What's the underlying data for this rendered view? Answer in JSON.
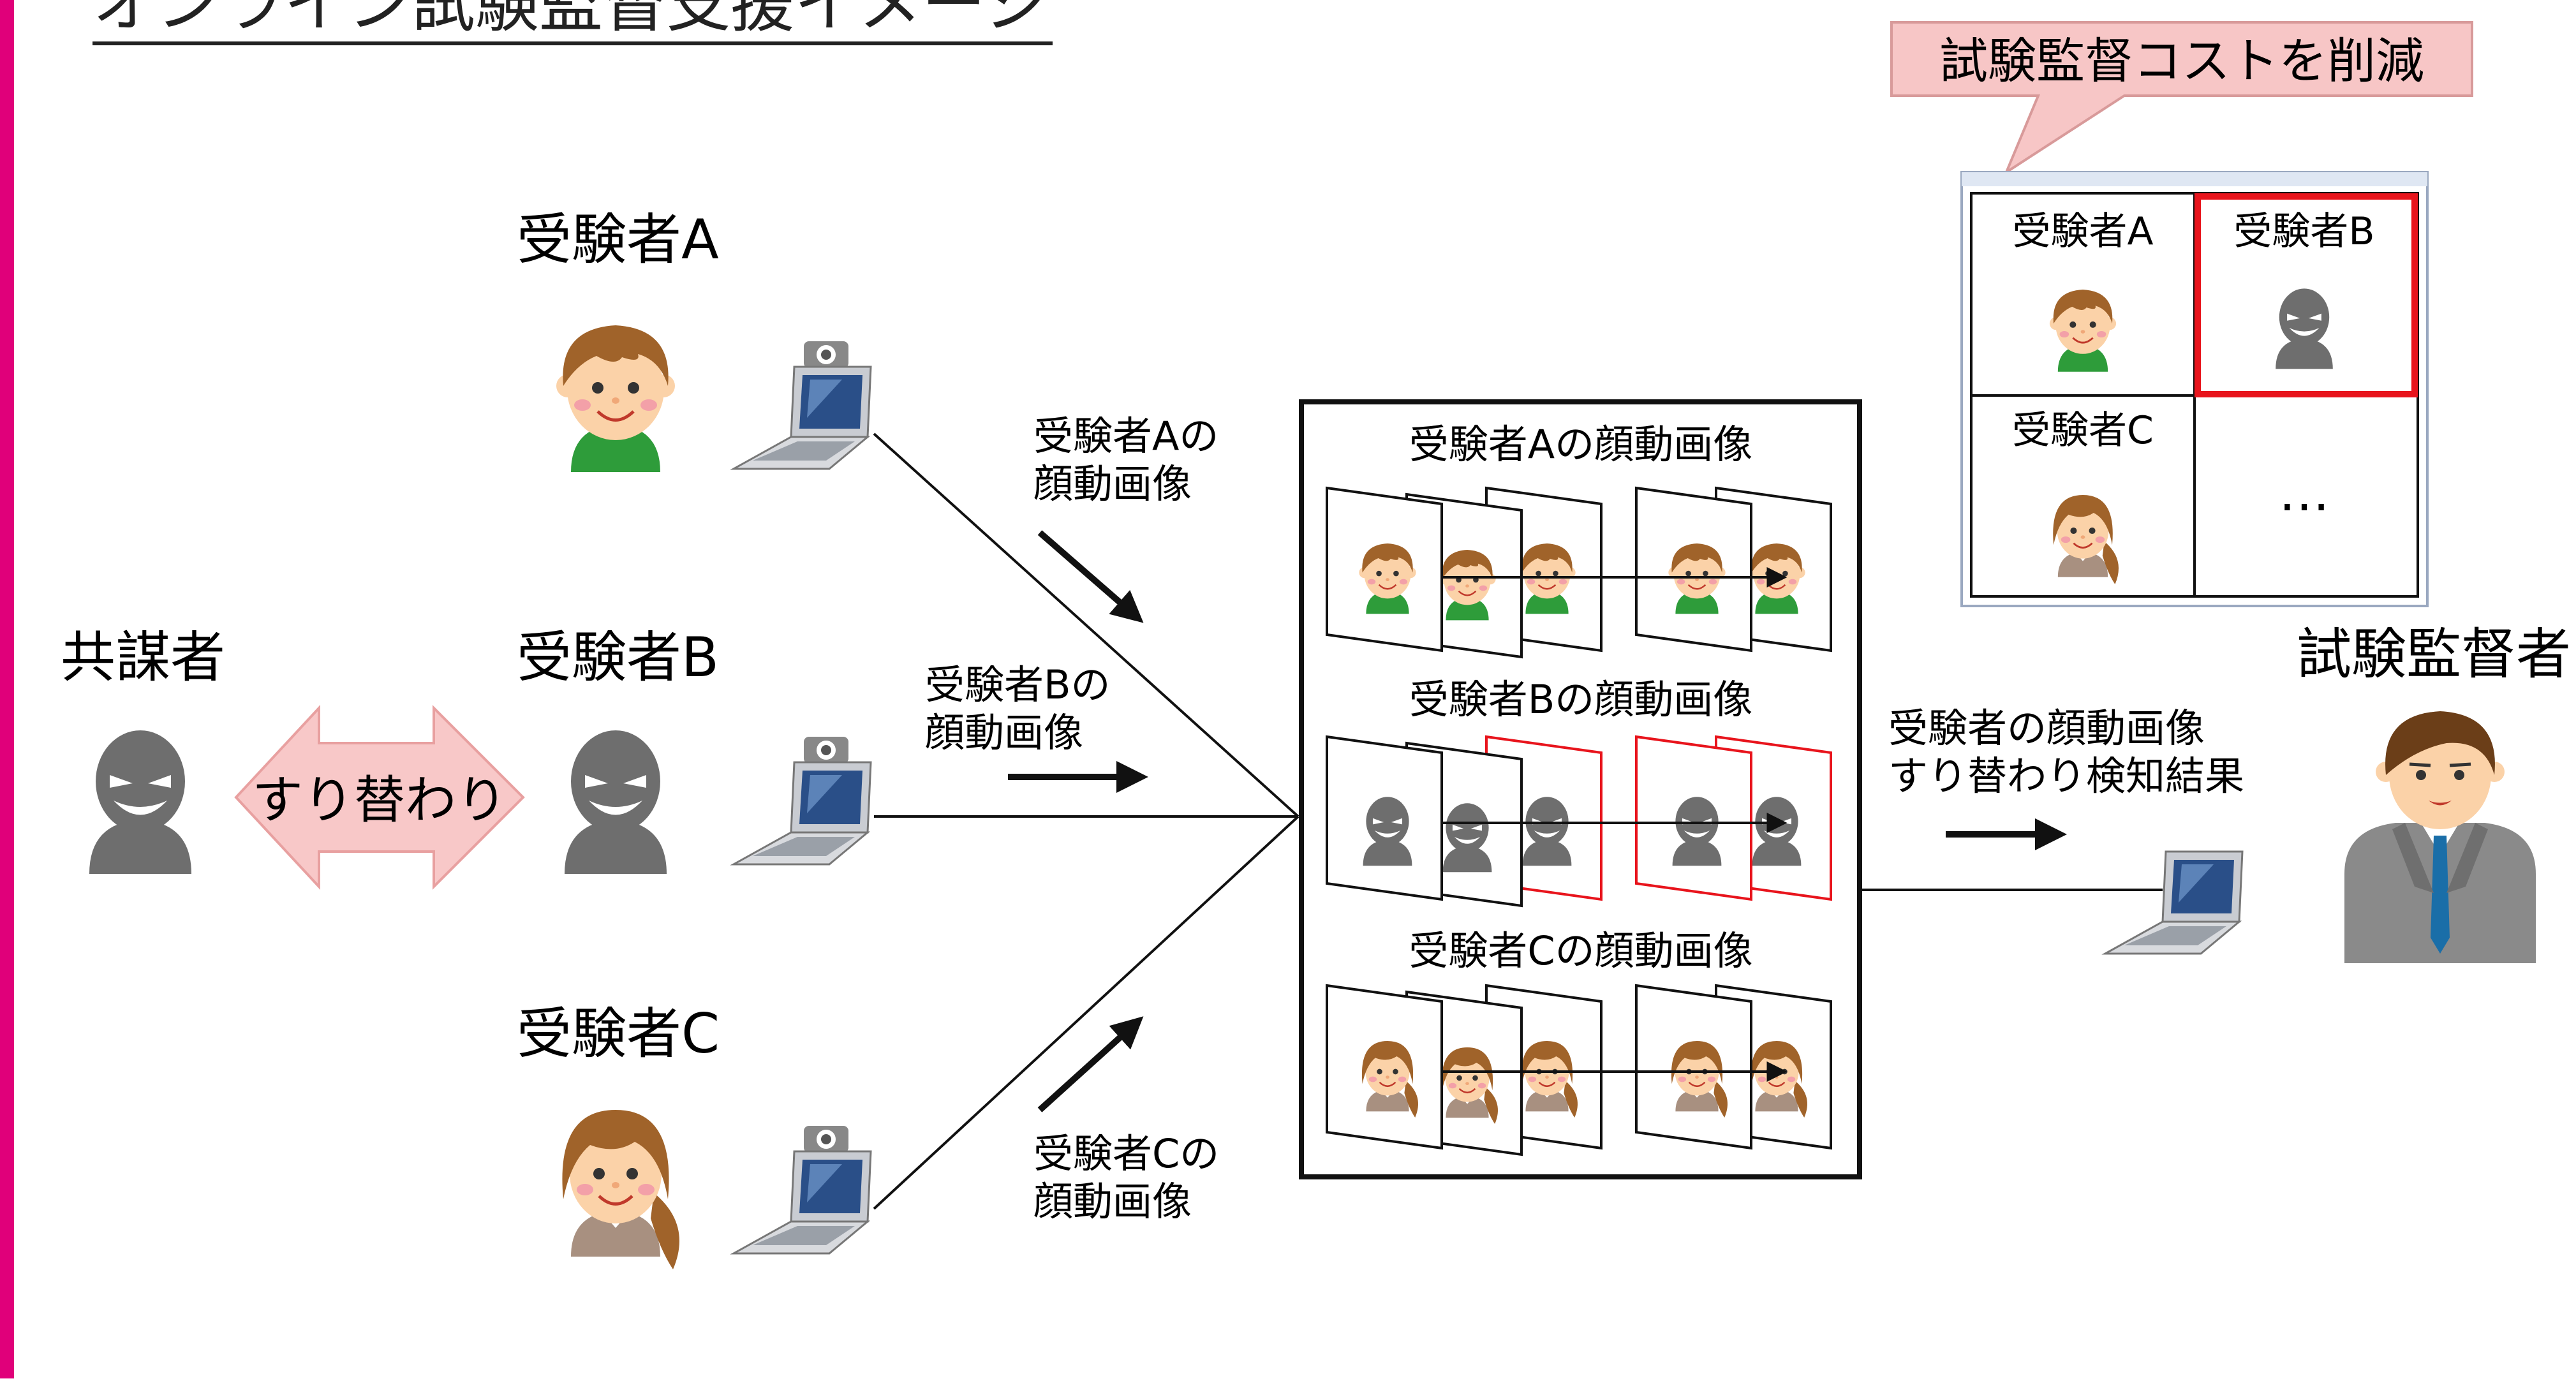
{
  "title": "オンライン試験監督支援イメージ",
  "labels": {
    "candidate_a": "受験者A",
    "candidate_b": "受験者B",
    "candidate_c": "受験者C",
    "accomplice": "共謀者",
    "proctor": "試験監督者",
    "impersonation": "すり替わり",
    "cost_callout": "試験監督コストを削減"
  },
  "flows": {
    "a_line1": "受験者Aの",
    "a_line2": "顔動画像",
    "b_line1": "受験者Bの",
    "b_line2": "顔動画像",
    "c_line1": "受験者Cの",
    "c_line2": "顔動画像"
  },
  "server": {
    "a_title": "受験者Aの顔動画像",
    "b_title": "受験者Bの顔動画像",
    "c_title": "受験者Cの顔動画像"
  },
  "output": {
    "line1": "受験者の顔動画像",
    "line2": "すり替わり検知結果"
  },
  "monitor": {
    "cell_a": "受験者A",
    "cell_b": "受験者B",
    "cell_c": "受験者C",
    "cell_more": "…"
  },
  "colors": {
    "accent": "#e0007a",
    "alert": "#e8141c",
    "callout_fill": "#f7c6c6",
    "arrow_fill": "#f8c8c8",
    "silhouette": "#6e6e6e",
    "hair": "#a0632a",
    "skin": "#fbd2a8",
    "shirt_green": "#2e9c3a"
  }
}
